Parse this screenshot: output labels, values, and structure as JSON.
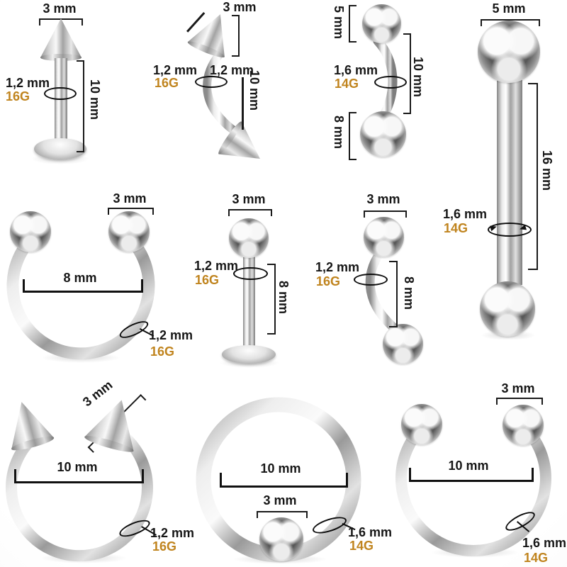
{
  "image_title": "body piercing jewelry size chart",
  "colors": {
    "label": "#161616",
    "gauge_accent": "#c0841e",
    "background": "#ffffff"
  },
  "items": [
    {
      "id": "labret-spike-stud",
      "labels": {
        "top_width": "3 mm",
        "thickness": "1,2 mm",
        "gauge": "16G",
        "length": "10 mm"
      }
    },
    {
      "id": "curved-barbell-spikes",
      "labels": {
        "top_width": "3 mm",
        "thickness_left": "1,2 mm",
        "gauge": "16G",
        "thickness_mid": "1,2 mm",
        "length": "10 mm"
      }
    },
    {
      "id": "banana-barbell-balls",
      "labels": {
        "top_ball": "5 mm",
        "thickness": "1,6 mm",
        "gauge": "14G",
        "length": "10 mm",
        "bottom_ball": "8 mm"
      }
    },
    {
      "id": "straight-barbell",
      "labels": {
        "top_ball": "5 mm",
        "length": "16 mm",
        "thickness": "1,6 mm",
        "gauge": "14G"
      }
    },
    {
      "id": "horseshoe-balls-small",
      "labels": {
        "ball": "3 mm",
        "gap": "8 mm",
        "thickness": "1,2 mm",
        "gauge": "16G"
      }
    },
    {
      "id": "labret-ball-stud",
      "labels": {
        "ball": "3 mm",
        "thickness": "1,2 mm",
        "gauge": "16G",
        "length": "8 mm"
      }
    },
    {
      "id": "curved-barbell-balls-small",
      "labels": {
        "ball": "3 mm",
        "thickness": "1,2 mm",
        "gauge": "16G",
        "length": "8 mm"
      }
    },
    {
      "id": "horseshoe-spikes",
      "labels": {
        "cone": "3 mm",
        "gap": "10 mm",
        "thickness": "1,2 mm",
        "gauge": "16G"
      }
    },
    {
      "id": "captive-bead-ring",
      "labels": {
        "diameter": "10 mm",
        "ball": "3 mm",
        "thickness": "1,6 mm",
        "gauge": "14G"
      }
    },
    {
      "id": "horseshoe-balls-large",
      "labels": {
        "ball": "3 mm",
        "gap": "10 mm",
        "thickness": "1,6 mm",
        "gauge": "14G"
      }
    }
  ]
}
